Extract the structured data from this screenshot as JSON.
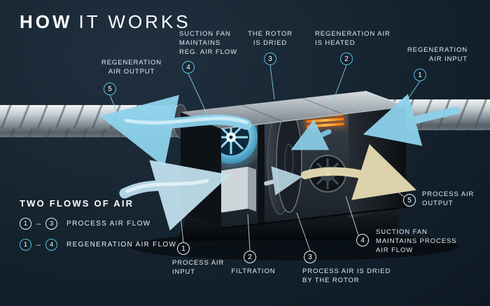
{
  "title": {
    "emphasis": "HOW",
    "rest": "IT WORKS"
  },
  "colors": {
    "background": "#16242f",
    "regeneration_blue": "#5bc2e7",
    "process_white": "#eef3f6",
    "heater_orange": "#ff8c2e",
    "process_output_tan": "#e7dcb2"
  },
  "legend": {
    "heading": "TWO FLOWS OF AIR",
    "items": [
      {
        "from": "1",
        "dash": "–",
        "to": "3",
        "label": "PROCESS AIR FLOW",
        "flow": "process"
      },
      {
        "from": "1",
        "dash": "–",
        "to": "4",
        "label": "REGENERATION AIR FLOW",
        "flow": "regeneration"
      }
    ]
  },
  "callouts": [
    {
      "number": "5",
      "label": "REGENERATION\nAIR OUTPUT",
      "flow": "regeneration"
    },
    {
      "number": "4",
      "label": "SUCTION FAN\nMAINTAINS\nREG. AIR FLOW",
      "flow": "regeneration"
    },
    {
      "number": "3",
      "label": "THE ROTOR\nIS DRIED",
      "flow": "regeneration"
    },
    {
      "number": "2",
      "label": "REGENERATION AIR\nIS HEATED",
      "flow": "regeneration"
    },
    {
      "number": "1",
      "label": "REGENERATION\nAIR INPUT",
      "flow": "regeneration"
    },
    {
      "number": "1",
      "label": "PROCESS AIR\nINPUT",
      "flow": "process"
    },
    {
      "number": "2",
      "label": "FILTRATION",
      "flow": "process"
    },
    {
      "number": "3",
      "label": "PROCESS AIR IS DRIED\nBY THE ROTOR",
      "flow": "process"
    },
    {
      "number": "4",
      "label": "SUCTION FAN\nMAINTAINS PROCESS\nAIR FLOW",
      "flow": "process"
    },
    {
      "number": "5",
      "label": "PROCESS AIR\nOUTPUT",
      "flow": "process"
    }
  ]
}
